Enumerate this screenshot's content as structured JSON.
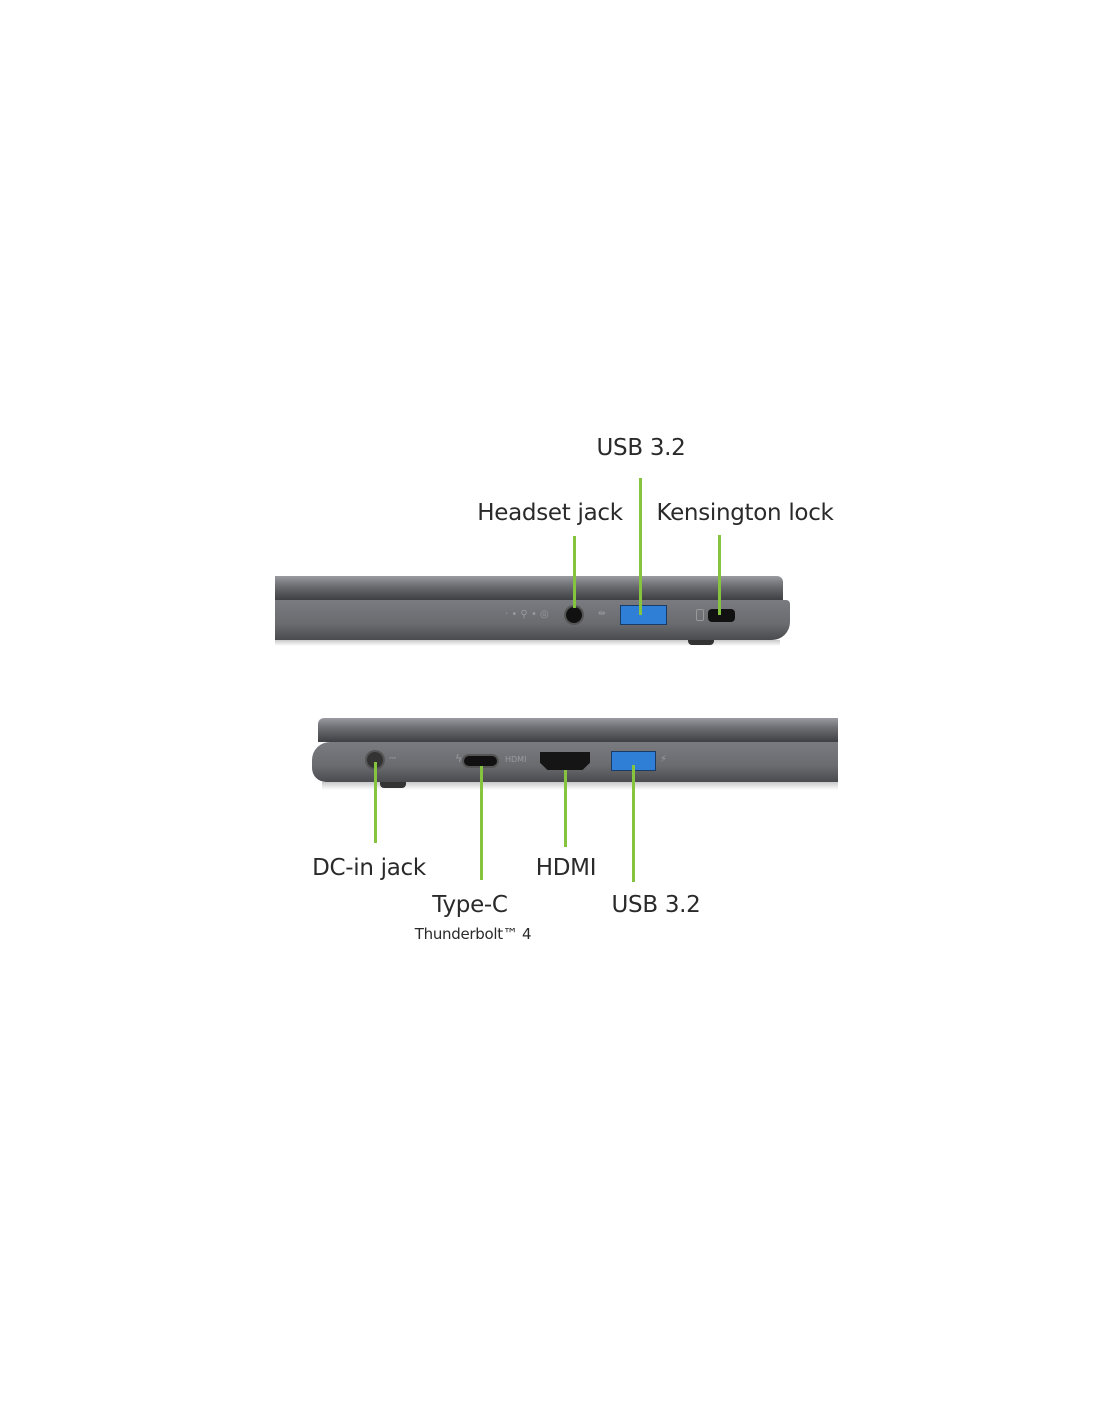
{
  "top_view": {
    "labels": {
      "usb": "USB 3.2",
      "headset": "Headset jack",
      "kensington": "Kensington lock"
    }
  },
  "bottom_view": {
    "labels": {
      "dc_in": "DC-in jack",
      "type_c": "Type-C",
      "type_c_sub": "Thunderbolt™ 4",
      "hdmi": "HDMI",
      "usb": "USB 3.2"
    }
  },
  "colors": {
    "callout_line": "#86c440",
    "chassis": "#6d6e72",
    "usb_port": "#2f7fd6"
  }
}
